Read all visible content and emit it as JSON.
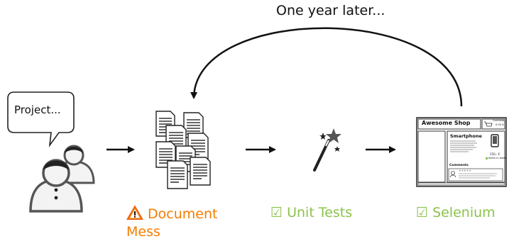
{
  "cycle_label": "One year later...",
  "speech_bubble_text": "Project...",
  "stages": {
    "document_mess": {
      "name": "Document\nMess",
      "icon": "warning-triangle-icon",
      "color": "#f57c00"
    },
    "unit_tests": {
      "name": "Unit Tests",
      "icon": "checkbox-icon",
      "check": "☑",
      "color": "#8bc34a"
    },
    "selenium": {
      "name": "Selenium",
      "icon": "checkbox-icon",
      "check": "☑",
      "color": "#8bc34a"
    }
  },
  "shop_mockup": {
    "title": "Awesome Shop",
    "cart_label": "Cartridas",
    "cart_total": "0.00 $",
    "product_name": "Smartphone",
    "price": "150,- €",
    "stock": "Items in stock",
    "comments_label": "Comments",
    "rating": "★★★★★"
  }
}
